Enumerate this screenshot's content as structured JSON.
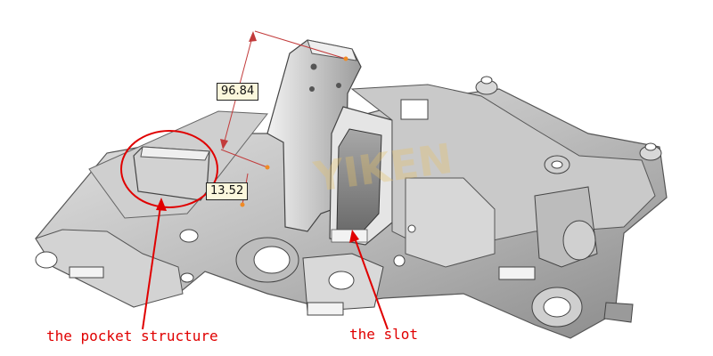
{
  "dimensions": {
    "height_value": "96.84",
    "depth_value": "13.52"
  },
  "callouts": {
    "pocket_label": "the pocket structure",
    "slot_label": "the slot"
  },
  "watermark": "YIKEN",
  "colors": {
    "annotation_red": "#e00000",
    "dimension_line": "#c23b3b",
    "dimension_box_bg": "#fbf7dc",
    "part_gray": "#bdbdbd",
    "part_dark": "#6f6f6f",
    "watermark": "#e7c36a"
  }
}
